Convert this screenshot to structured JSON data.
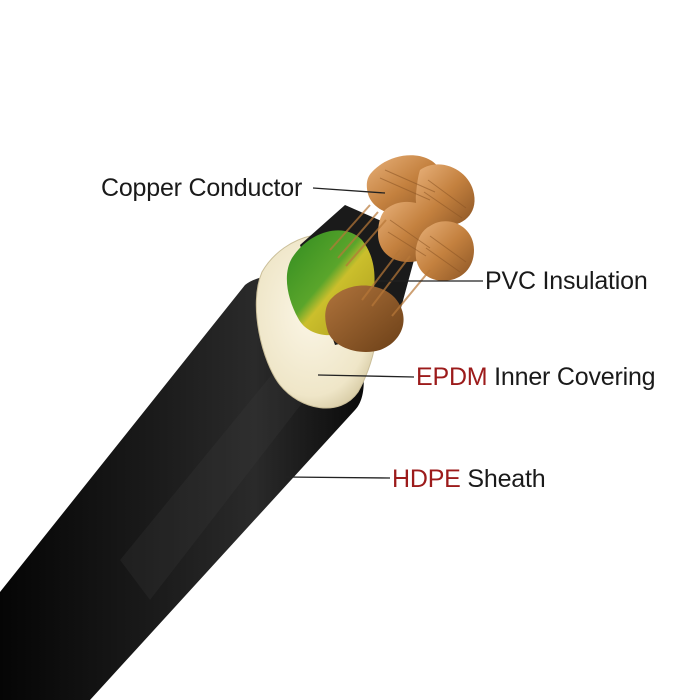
{
  "labels": {
    "copper_conductor": "Copper Conductor",
    "pvc_insulation": "PVC Insulation",
    "epdm_acronym": "EPDM",
    "epdm_rest": " Inner Covering",
    "hdpe_acronym": "HDPE",
    "hdpe_rest": " Sheath"
  },
  "colors": {
    "acronym_red": "#9c1b1b",
    "sheath_black": "#111111",
    "inner_covering_cream": "#f3ecd6",
    "copper": "#c98a4b",
    "earth_green": "#3f9a2a",
    "earth_yellow": "#d8c62a"
  }
}
